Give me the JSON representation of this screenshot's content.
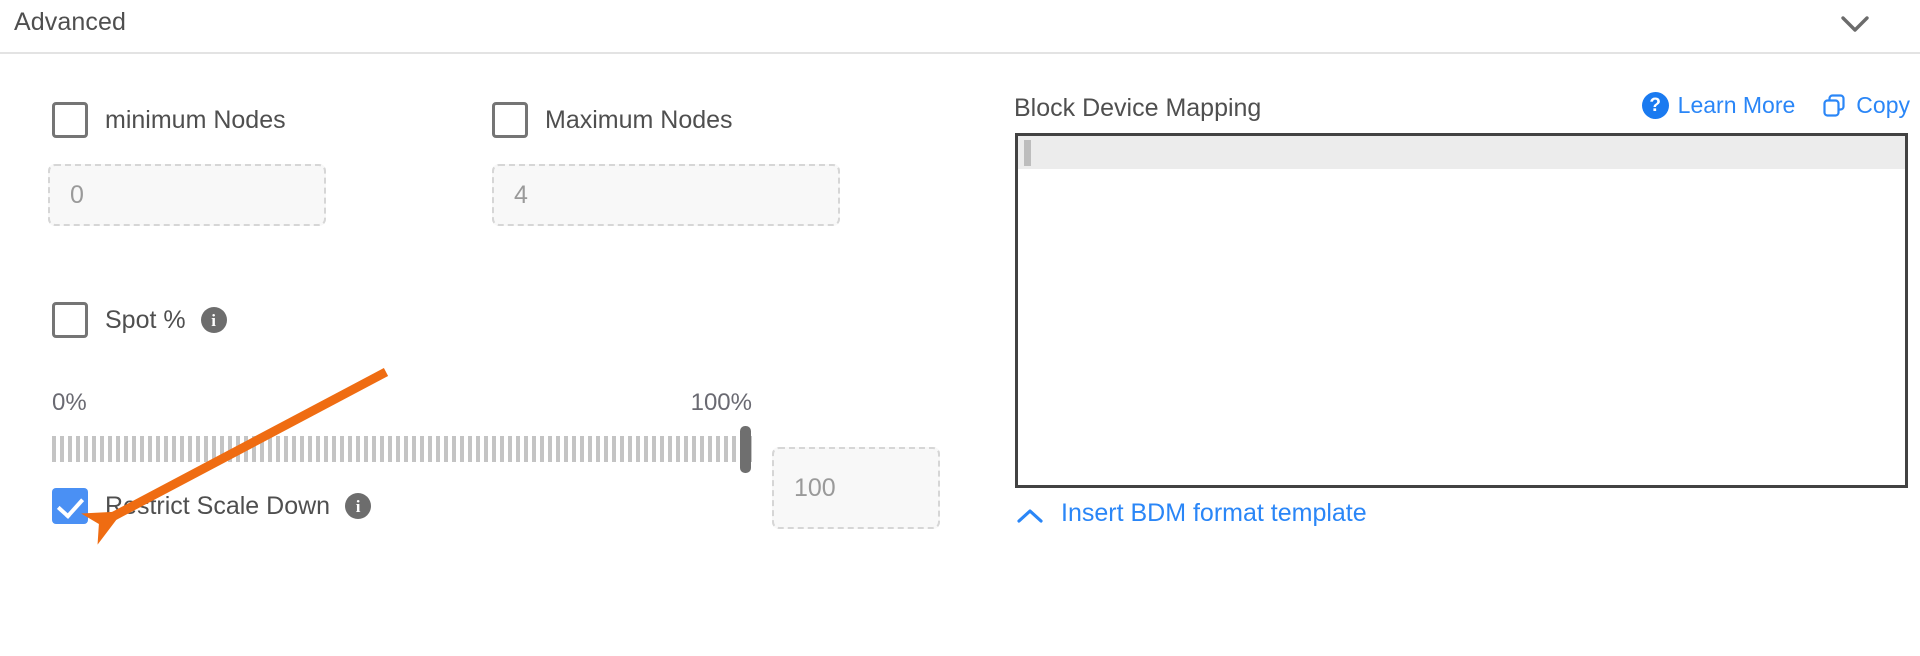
{
  "section": {
    "title": "Advanced",
    "collapse_icon": "chevron-down-icon"
  },
  "left_panel": {
    "min_nodes": {
      "label": "minimum Nodes",
      "checked": false,
      "input_placeholder": "0",
      "input_value": ""
    },
    "max_nodes": {
      "label": "Maximum Nodes",
      "checked": false,
      "input_placeholder": "4",
      "input_value": ""
    },
    "spot_percent": {
      "label": "Spot %",
      "checked": false,
      "info_icon": "info-icon",
      "info_glyph": "i"
    },
    "slider": {
      "min_label": "0%",
      "max_label": "100%",
      "min_value": 0,
      "max_value": 100,
      "current_value": 100,
      "value_input_placeholder": "100",
      "value_input_value": ""
    },
    "restrict_scale_down": {
      "label": "Restrict Scale Down",
      "checked": true,
      "info_icon": "info-icon",
      "info_glyph": "i",
      "accent_color": "#4a90f4"
    }
  },
  "right_panel": {
    "title": "Block Device Mapping",
    "learn_more": {
      "label": "Learn More",
      "icon": "question-circle-icon",
      "glyph": "?"
    },
    "copy": {
      "label": "Copy",
      "icon": "copy-icon"
    },
    "editor": {
      "content": "",
      "active_line": 1
    },
    "template_link": {
      "label": "Insert BDM format template",
      "icon": "chevron-up-icon"
    }
  },
  "annotation": {
    "type": "arrow",
    "color": "#ef6c12",
    "points_to": "restrict-scale-down-checkbox"
  },
  "colors": {
    "link_blue": "#2a86f7",
    "checkbox_blue": "#4a90f4",
    "text_gray": "#4f4f4f",
    "border_gray": "#e3e3e3",
    "annotation_orange": "#ef6c12"
  }
}
